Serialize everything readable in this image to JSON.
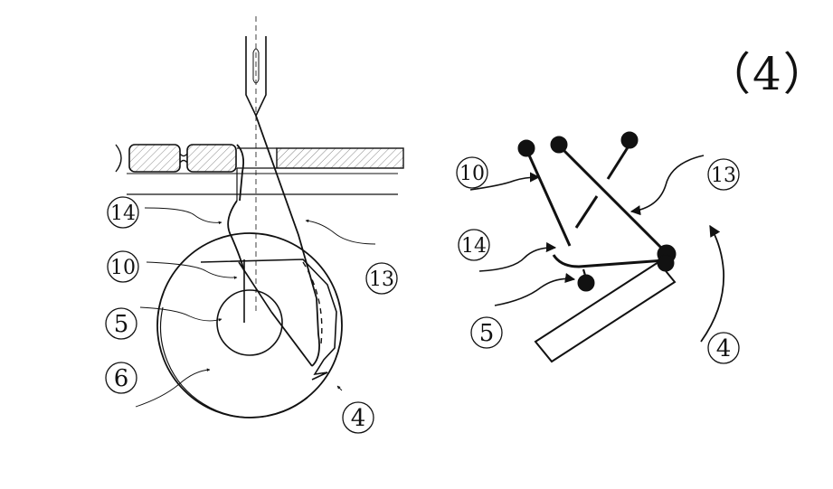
{
  "step_label": "（4）",
  "left_view": {
    "labels": {
      "l14": "14",
      "l10": "10",
      "l5": "5",
      "l6": "6",
      "l13": "13",
      "l4": "4"
    }
  },
  "right_view": {
    "labels": {
      "r10": "10",
      "r14": "14",
      "r5": "5",
      "r13": "13",
      "r4": "4"
    }
  },
  "colors": {
    "ink": "#111111",
    "hatch": "#888888"
  }
}
